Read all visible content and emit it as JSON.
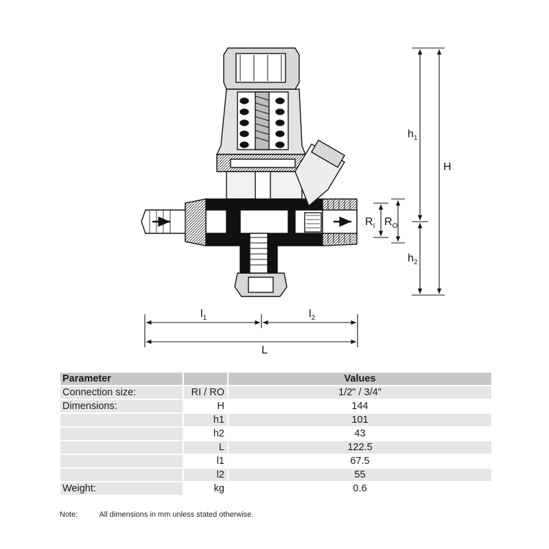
{
  "drawing": {
    "labels": {
      "h1": "h",
      "h1_sub": "1",
      "H": "H",
      "h2": "h",
      "h2_sub": "2",
      "Ri": "R",
      "Ri_sub": "I",
      "Ro": "R",
      "Ro_sub": "O",
      "l1": "l",
      "l1_sub": "1",
      "l2": "l",
      "l2_sub": "2",
      "L": "L"
    }
  },
  "table": {
    "header": {
      "parameter": "Parameter",
      "blank": "",
      "values": "Values"
    },
    "rows": [
      {
        "param": "Connection size:",
        "unit": "RI / RO",
        "value": "1/2\" / 3/4\""
      },
      {
        "param": "Dimensions:",
        "unit": "H",
        "value": "144"
      },
      {
        "param": "",
        "unit": "h1",
        "value": "101"
      },
      {
        "param": "",
        "unit": "h2",
        "value": "43"
      },
      {
        "param": "",
        "unit": "L",
        "value": "122.5"
      },
      {
        "param": "",
        "unit": "l1",
        "value": "67.5"
      },
      {
        "param": "",
        "unit": "l2",
        "value": "55"
      },
      {
        "param": "Weight:",
        "unit": "kg",
        "value": "0.6"
      }
    ]
  },
  "note": {
    "label": "Note:",
    "text": "All dimensions in mm unless stated otherwise."
  }
}
